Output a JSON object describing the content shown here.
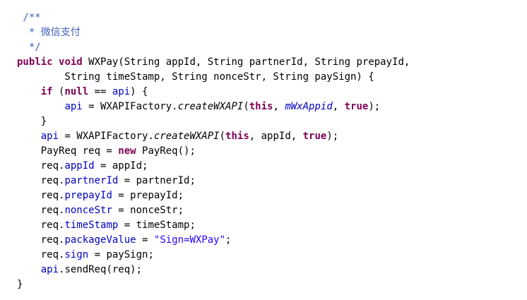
{
  "editor": {
    "lines": [
      [
        {
          "t": " /**",
          "k": "c"
        }
      ],
      [
        {
          "t": "  * 微信支付",
          "k": "c"
        }
      ],
      [
        {
          "t": "  */",
          "k": "c"
        }
      ],
      [
        {
          "t": "public",
          "k": "k"
        },
        {
          "t": " "
        },
        {
          "t": "void",
          "k": "k"
        },
        {
          "t": " WXPay(String appId, String partnerId, String prepayId,"
        }
      ],
      [
        {
          "t": "        String timeStamp, String nonceStr, String paySign) {"
        }
      ],
      [
        {
          "t": "    "
        },
        {
          "t": "if",
          "k": "k"
        },
        {
          "t": " ("
        },
        {
          "t": "null",
          "k": "k"
        },
        {
          "t": " == "
        },
        {
          "t": "api",
          "k": "f"
        },
        {
          "t": ") {"
        }
      ],
      [
        {
          "t": "        "
        },
        {
          "t": "api",
          "k": "f"
        },
        {
          "t": " = WXAPIFactory."
        },
        {
          "t": "createWXAPI",
          "k": "m"
        },
        {
          "t": "("
        },
        {
          "t": "this",
          "k": "k"
        },
        {
          "t": ", "
        },
        {
          "t": "mWxAppid",
          "k": "sf"
        },
        {
          "t": ", "
        },
        {
          "t": "true",
          "k": "k"
        },
        {
          "t": ");"
        }
      ],
      [
        {
          "t": "    }"
        }
      ],
      [
        {
          "t": "    "
        },
        {
          "t": "api",
          "k": "f"
        },
        {
          "t": " = WXAPIFactory."
        },
        {
          "t": "createWXAPI",
          "k": "m"
        },
        {
          "t": "("
        },
        {
          "t": "this",
          "k": "k"
        },
        {
          "t": ", appId, "
        },
        {
          "t": "true",
          "k": "k"
        },
        {
          "t": ");"
        }
      ],
      [
        {
          "t": "    PayReq req = "
        },
        {
          "t": "new",
          "k": "k"
        },
        {
          "t": " PayReq();"
        }
      ],
      [
        {
          "t": "    req."
        },
        {
          "t": "appId",
          "k": "f"
        },
        {
          "t": " = appId;"
        }
      ],
      [
        {
          "t": "    req."
        },
        {
          "t": "partnerId",
          "k": "f"
        },
        {
          "t": " = partnerId;"
        }
      ],
      [
        {
          "t": "    req."
        },
        {
          "t": "prepayId",
          "k": "f"
        },
        {
          "t": " = prepayId;"
        }
      ],
      [
        {
          "t": "    req."
        },
        {
          "t": "nonceStr",
          "k": "f"
        },
        {
          "t": " = nonceStr;"
        }
      ],
      [
        {
          "t": "    req."
        },
        {
          "t": "timeStamp",
          "k": "f"
        },
        {
          "t": " = timeStamp;"
        }
      ],
      [
        {
          "t": "    req."
        },
        {
          "t": "packageValue",
          "k": "f"
        },
        {
          "t": " = "
        },
        {
          "t": "\"Sign=WXPay\"",
          "k": "s"
        },
        {
          "t": ";"
        }
      ],
      [
        {
          "t": "    req."
        },
        {
          "t": "sign",
          "k": "f"
        },
        {
          "t": " = paySign;"
        }
      ],
      [
        {
          "t": "    "
        },
        {
          "t": "api",
          "k": "f"
        },
        {
          "t": ".sendReq(req);"
        }
      ],
      [
        {
          "t": "}"
        }
      ]
    ]
  },
  "colors": {
    "comment": "#3f5fbf",
    "keyword": "#7f0055",
    "field": "#0000c0",
    "string": "#2a00ff",
    "text": "#000000",
    "background": "#ffffff"
  }
}
